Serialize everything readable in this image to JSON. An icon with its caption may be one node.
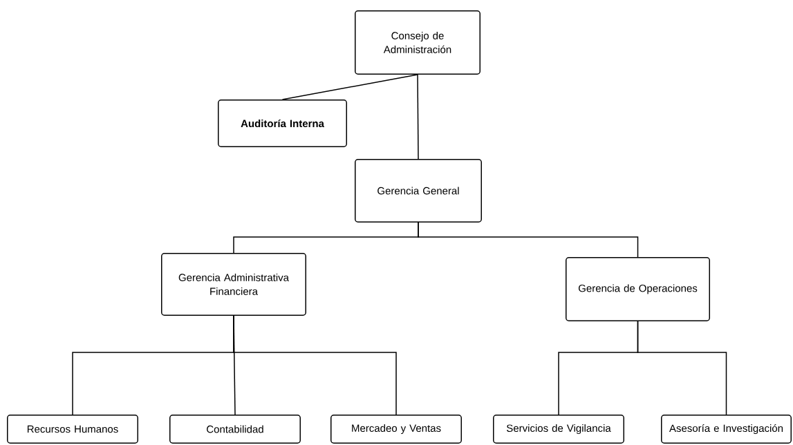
{
  "diagram": {
    "nodes": [
      {
        "text": [
          "Consejo de Administración"
        ]
      },
      {
        "text": [
          "Auditoría Interna"
        ]
      },
      {
        "text": [
          "Gerencia General"
        ]
      },
      {
        "text": [
          "Gerencia Administrativa Financiera"
        ]
      },
      {
        "text": [
          "Gerencia de Operaciones"
        ]
      },
      {
        "text": [
          "Recursos Humanos"
        ]
      },
      {
        "text": [
          "Contabilidad"
        ]
      },
      {
        "text": [
          "Mercadeo y Ventas"
        ]
      },
      {
        "text": [
          "Servicios de Vigilancia"
        ]
      },
      {
        "text": [
          "Asesoría e Investigación"
        ]
      }
    ],
    "edges": [
      {
        "from": 0,
        "to": 1,
        "arrow": "none"
      },
      {
        "from": 0,
        "to": 2,
        "arrow": "none"
      },
      {
        "from": 2,
        "to": 3,
        "arrow": "none"
      },
      {
        "from": 2,
        "to": 4,
        "arrow": "none"
      },
      {
        "from": 3,
        "to": 5,
        "arrow": "none"
      },
      {
        "from": 3,
        "to": 6,
        "arrow": "none"
      },
      {
        "from": 3,
        "to": 7,
        "arrow": "none"
      },
      {
        "from": 4,
        "to": 8,
        "arrow": "none"
      },
      {
        "from": 4,
        "to": 9,
        "arrow": "none"
      }
    ]
  }
}
